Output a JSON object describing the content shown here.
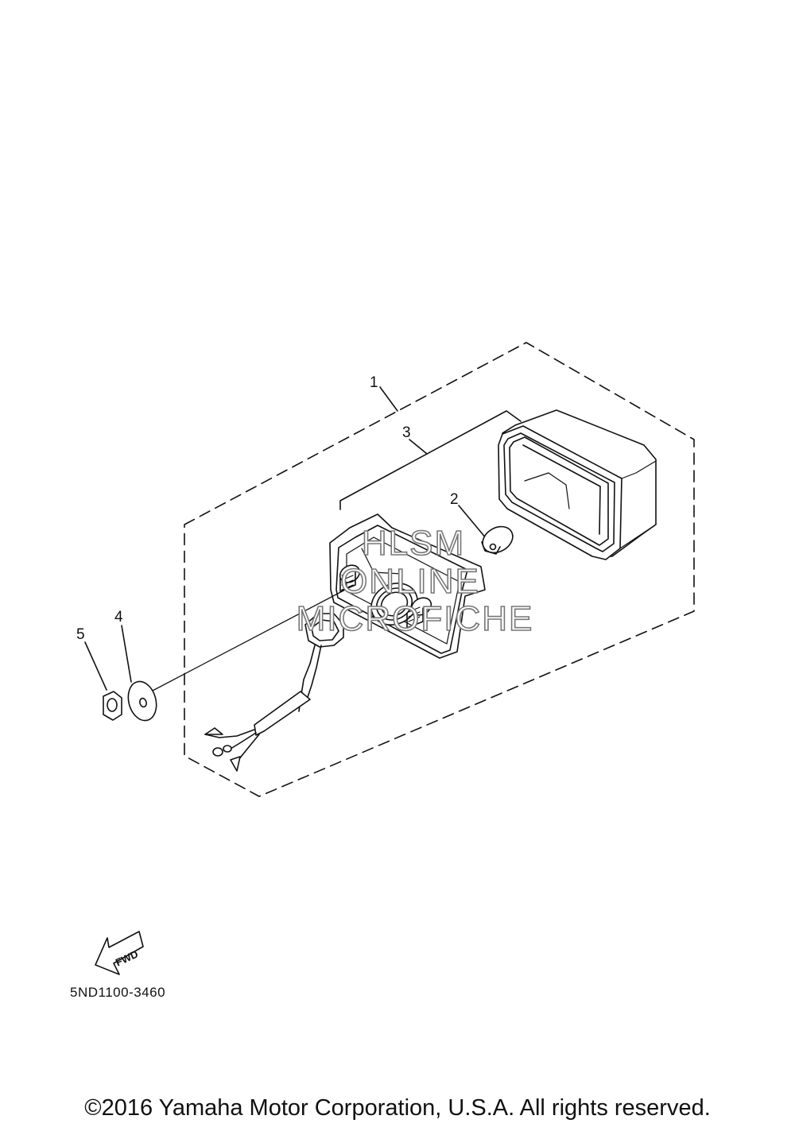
{
  "callouts": [
    {
      "id": "1",
      "label": "1"
    },
    {
      "id": "2",
      "label": "2"
    },
    {
      "id": "3",
      "label": "3"
    },
    {
      "id": "4",
      "label": "4"
    },
    {
      "id": "5",
      "label": "5"
    }
  ],
  "watermark": {
    "line1": "HLSM",
    "line2": "ONLINE",
    "line3": "MICROFICHE"
  },
  "direction_marker": {
    "label": "FWD",
    "icon": "fwd-arrow-icon"
  },
  "diagram_code": "5ND1100-3460",
  "copyright": "©2016 Yamaha Motor Corporation, U.S.A. All rights reserved."
}
